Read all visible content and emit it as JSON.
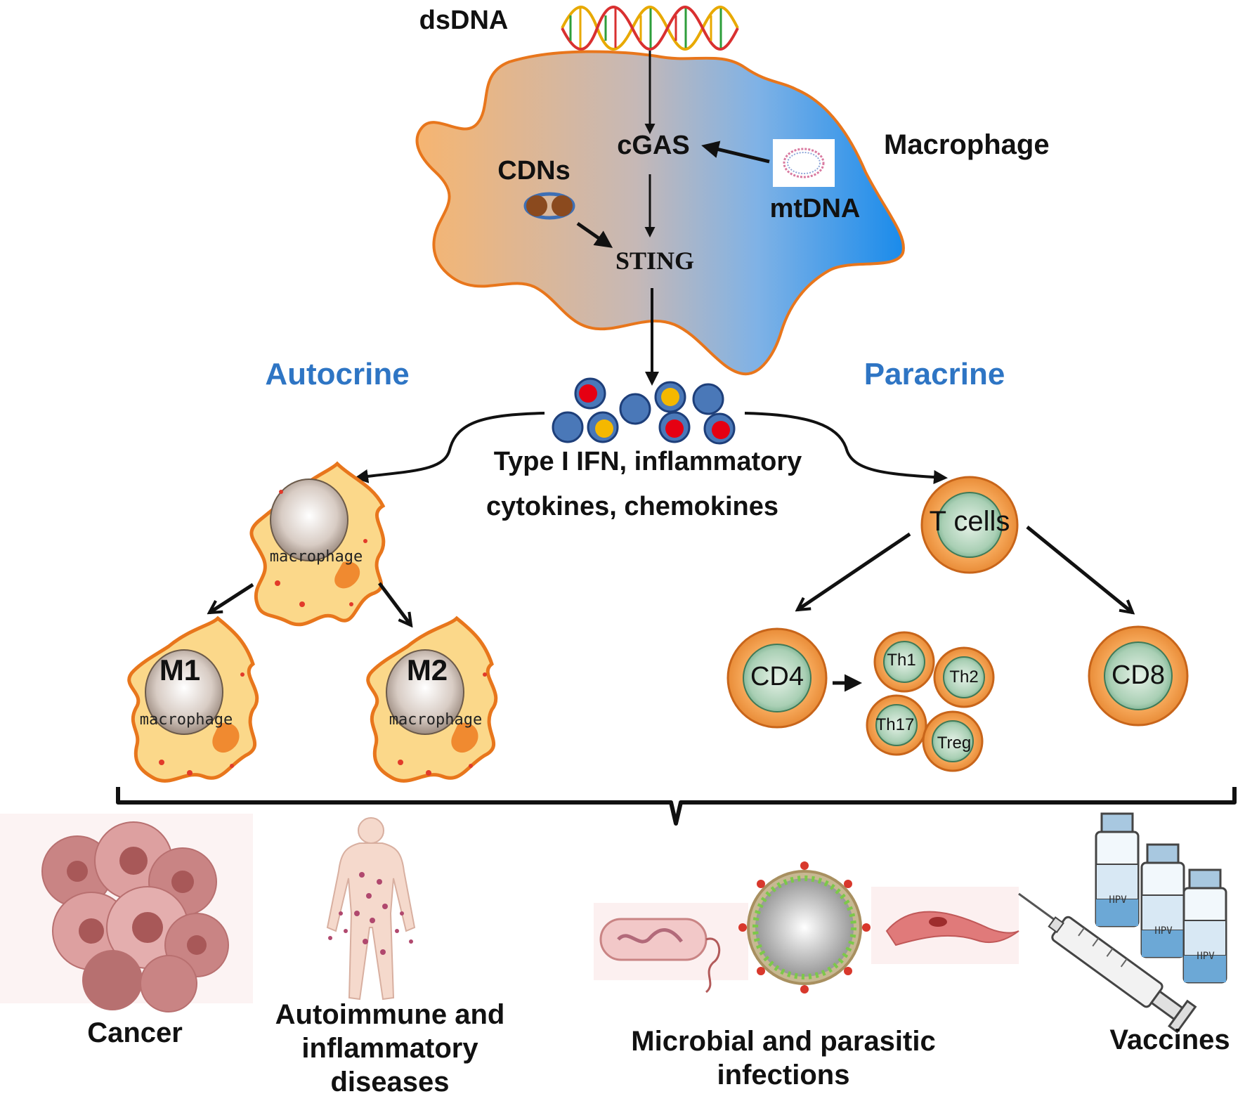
{
  "pathway": {
    "dsdna": "dsDNA",
    "cgas": "cGAS",
    "cdns": "CDNs",
    "sting": "STING",
    "mtdna": "mtDNA",
    "macrophage": "Macrophage"
  },
  "signaling": {
    "autocrine": "Autocrine",
    "paracrine": "Paracrine",
    "cytokines_line1": "Type I IFN, inflammatory",
    "cytokines_line2": "cytokines, chemokines"
  },
  "cells": {
    "macrophage_tag": "macrophage",
    "m1": "M1",
    "m2": "M2",
    "t_cells": "T cells",
    "cd4": "CD4",
    "cd8": "CD8",
    "th1": "Th1",
    "th2": "Th2",
    "th17": "Th17",
    "treg": "Treg"
  },
  "outcomes": {
    "cancer": "Cancer",
    "autoimmune": "Autoimmune and inflammatory diseases",
    "infections": "Microbial and parasitic infections",
    "vaccines": "Vaccines",
    "vial_label": "HPV"
  },
  "colors": {
    "accent_blue": "#2E75C4",
    "cell_orange": "#F5A04A",
    "cell_blue": "#1E90E8",
    "dot_red": "#E60012",
    "dot_yellow": "#F5B800",
    "dot_blue": "#4A78B8"
  }
}
